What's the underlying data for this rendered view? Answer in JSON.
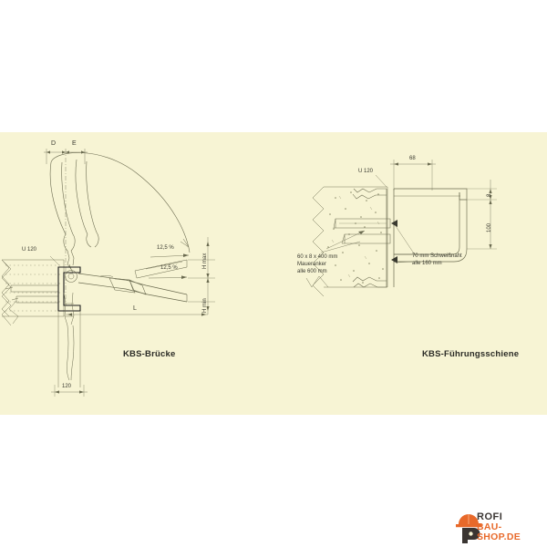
{
  "page": {
    "background_color": "#ffffff",
    "panel_color": "#f7f4d4",
    "line_color": "#5a5a46"
  },
  "diagrams": [
    {
      "id": "kbs-bruecke",
      "caption": "KBS-Brücke",
      "labels": {
        "d": "D",
        "e": "E",
        "u120": "U 120",
        "slope_upper": "12,5 %",
        "slope_lower": "12,5 %",
        "h_max": "H max",
        "h_min": "H min",
        "length": "L",
        "depth": "120"
      }
    },
    {
      "id": "kbs-fuehrungsschiene",
      "caption": "KBS-Führungsschiene",
      "labels": {
        "u120": "U 120",
        "width": "68",
        "thickness": "8",
        "height": "100",
        "anchor_line1": "60 x 8 x 400 mm",
        "anchor_line2": "Maueranker",
        "anchor_line3": "alle 600 mm",
        "weld_line1": "70 mm Schweißnaht",
        "weld_line2": "alle 160 mm"
      }
    }
  ],
  "logo": {
    "line1": "ROFI",
    "line2": "BAU-SHOP.DE",
    "helmet_color": "#e8692a",
    "text_color": "#3a3532",
    "accent_color": "#e8692a"
  }
}
